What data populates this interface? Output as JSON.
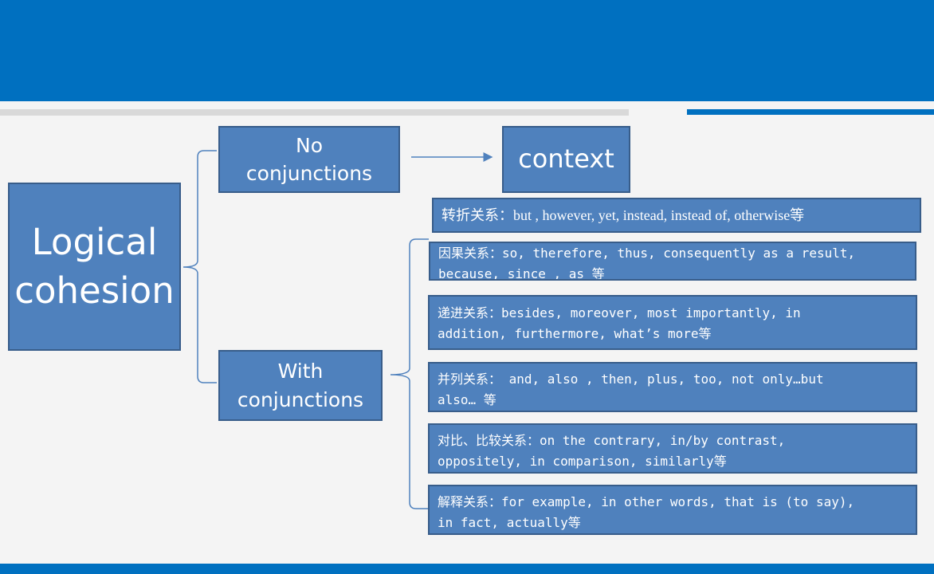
{
  "diagram": {
    "root": {
      "label": "Logical\ncohesion"
    },
    "no_conjunctions": {
      "label": "No\nconjunctions"
    },
    "context": {
      "label": "context"
    },
    "with_conjunctions": {
      "label": "With\nconjunctions"
    },
    "relations": [
      {
        "text": "转折关系：but , however, yet, instead, instead of, otherwise等"
      },
      {
        "text": "因果关系：so, therefore, thus, consequently as a result,\nbecause, since , as 等"
      },
      {
        "text": "递进关系：besides, moreover, most importantly, in\naddition, furthermore, what’s more等"
      },
      {
        "text": "并列关系： and, also , then, plus, too, not only…but\nalso… 等"
      },
      {
        "text": "对比、比较关系：on the contrary, in/by contrast,\noppositely, in comparison, similarly等"
      },
      {
        "text": "解释关系：for example, in other words, that is (to say),\nin fact, actually等"
      }
    ]
  },
  "colors": {
    "banner": "#0070c0",
    "box_fill": "#4f81bd",
    "box_border": "#385d8a",
    "connector": "#4f81bd",
    "background": "#f4f4f4"
  }
}
